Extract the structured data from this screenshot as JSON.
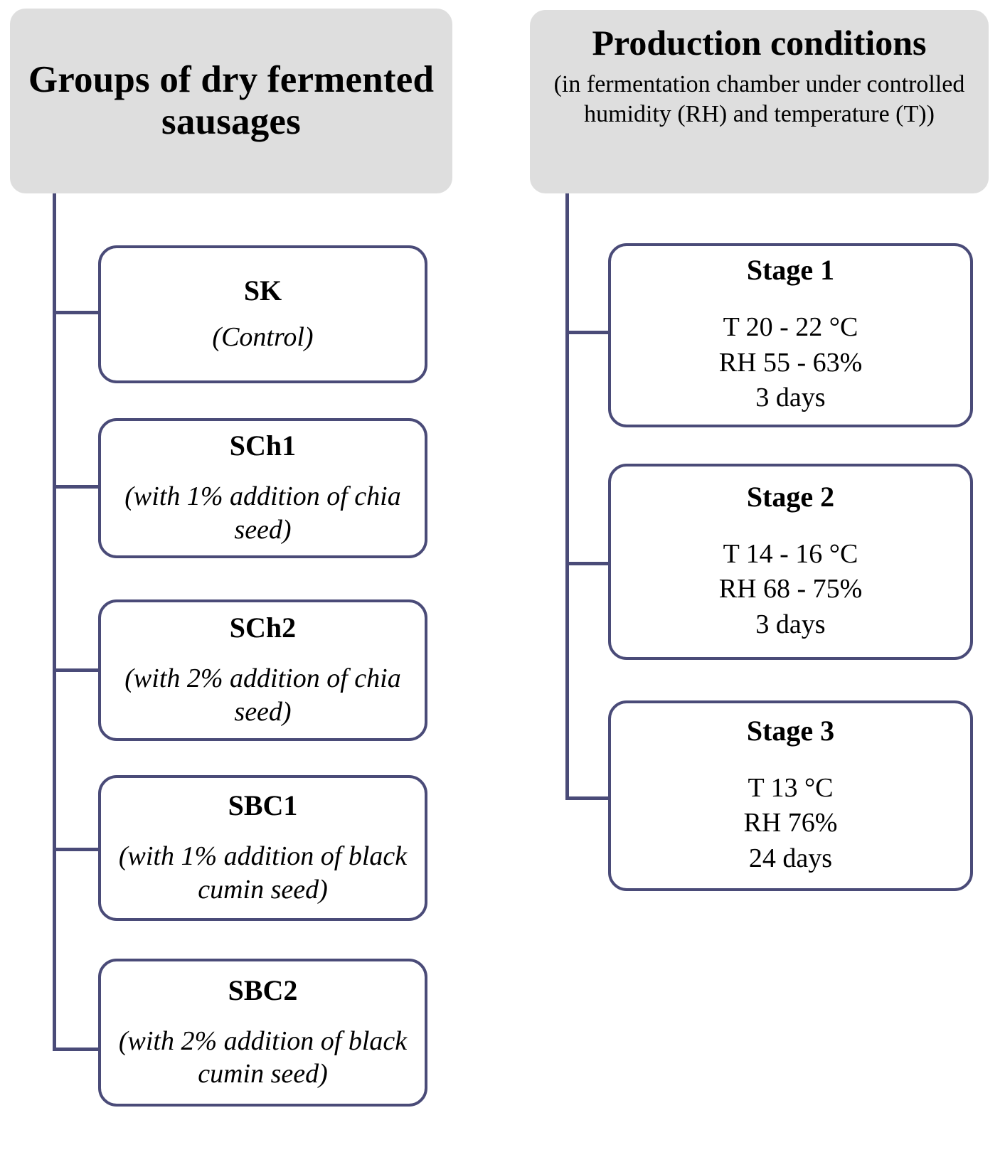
{
  "diagram": {
    "title_left": "Groups of dry fermented sausages",
    "title_right": "Production conditions",
    "accent_color": "#4a4b78",
    "header_bg_color": "#dedede"
  },
  "columns": {
    "left": {
      "header": {
        "title": "Groups of dry fermented sausages"
      },
      "nodes": [
        {
          "id": "SK",
          "title": "SK",
          "subtitle": "(Control)"
        },
        {
          "id": "SCh1",
          "title": "SCh1",
          "subtitle": "(with 1% addition of chia seed)"
        },
        {
          "id": "SCh2",
          "title": "SCh2",
          "subtitle": "(with 2% addition of chia seed)"
        },
        {
          "id": "SBC1",
          "title": "SBC1",
          "subtitle": "(with 1% addition of black cumin seed)"
        },
        {
          "id": "SBC2",
          "title": "SBC2",
          "subtitle": "(with 2% addition of black cumin seed)"
        }
      ]
    },
    "right": {
      "header": {
        "title": "Production conditions",
        "subtitle": "(in fermentation chamber under controlled humidity (RH) and temperature (T))"
      },
      "nodes": [
        {
          "id": "Stage 1",
          "title": "Stage 1",
          "temperature": "T 20 - 22 °C",
          "humidity": "RH 55 - 63%",
          "duration": "3 days"
        },
        {
          "id": "Stage 2",
          "title": "Stage 2",
          "temperature": "T 14 - 16 °C",
          "humidity": "RH 68 - 75%",
          "duration": "3 days"
        },
        {
          "id": "Stage 3",
          "title": "Stage 3",
          "temperature": "T 13 °C",
          "humidity": "RH 76%",
          "duration": "24 days"
        }
      ]
    }
  }
}
